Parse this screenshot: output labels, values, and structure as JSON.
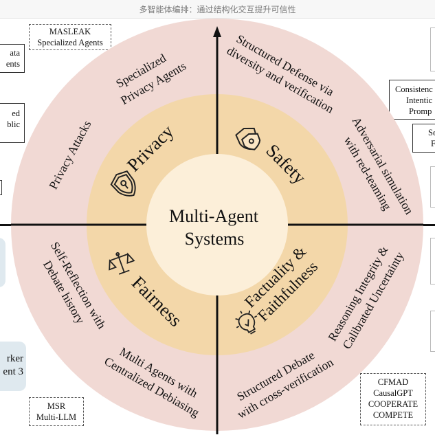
{
  "window": {
    "title": "多智能体编排：通过结构化交互提升可信性"
  },
  "diagram": {
    "center": {
      "lines": [
        "Multi-Agent",
        "Systems"
      ]
    },
    "quadrants": {
      "privacy": {
        "label": "Privacy",
        "icon": "shield-lock-icon"
      },
      "safety": {
        "label": "Safety",
        "icon": "shield-badge-icon"
      },
      "fairness": {
        "label": "Fairness",
        "icon": "scales-icon"
      },
      "factuality": {
        "lines": [
          "Factuality &",
          "Faithfulness"
        ],
        "icon": "lightbulb-icon"
      }
    },
    "outer_labels": {
      "privacy_specialized": [
        "Specialized",
        "Privacy Agents"
      ],
      "privacy_attacks": "Privacy Attacks",
      "safety_structured": [
        "Structured Defense via",
        "diversity and verification"
      ],
      "safety_adversarial": [
        "Adversarial simulation",
        "with red-teaming"
      ],
      "fairness_reflection": [
        "Self-Reflection with",
        "Debate history"
      ],
      "fairness_multi": [
        "Multi Agents with",
        "Centralized Debiasing"
      ],
      "factuality_reasoning": [
        "Reasoning Integrity &",
        "Calibrated Uncertainty"
      ],
      "factuality_debate": [
        "Structured Debate",
        "with cross-verification"
      ]
    },
    "colors": {
      "outer_ring": "#f1d9d4",
      "middle_ring": "#f3d7a9",
      "inner_circle": "#fcefd9",
      "divider": "#111111",
      "side_panel": "#dfe9ef"
    }
  },
  "side_boxes": {
    "masleak": [
      "MASLEAK",
      "Specialized Agents"
    ],
    "left_top_partial": [
      "ata",
      "ents"
    ],
    "left_mid_partial": [
      "ed",
      "blic"
    ],
    "left_bottom_partial": [
      "rker",
      "ent 3"
    ],
    "msr": [
      "MSR",
      "Multi-LLM"
    ],
    "cfmad": [
      "CFMAD",
      "CausalGPT",
      "COOPERATE",
      "COMPETE"
    ],
    "right_top_partial": [
      "Consistenc",
      "Intentic",
      "Promp"
    ],
    "right_mid_partial": [
      "Se",
      "F"
    ]
  }
}
